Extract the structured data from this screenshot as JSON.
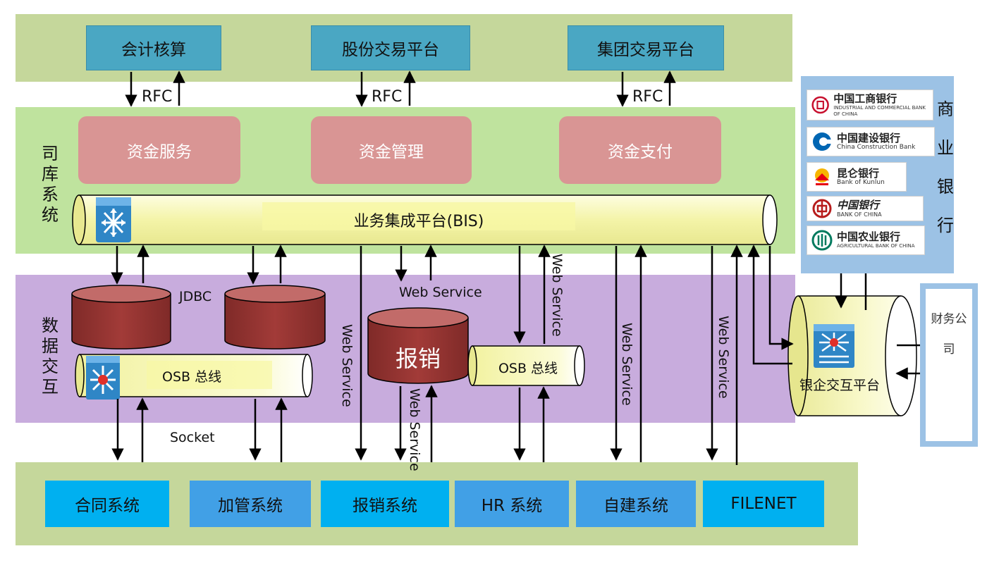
{
  "top_systems": [
    "会计核算",
    "股份交易平台",
    "集团交易平台"
  ],
  "rfc_label": "RFC",
  "sk_layer": {
    "label": "司库系统",
    "services": [
      "资金服务",
      "资金管理",
      "资金支付"
    ],
    "bus_label": "业务集成平台(BIS)"
  },
  "data_layer": {
    "label": "数据交互",
    "jdbc_label": "JDBC",
    "osb_label": "OSB 总线",
    "db_label": "报销",
    "osb2_label": "OSB 总线",
    "socket_label": "Socket",
    "web_service_label": "Web Service"
  },
  "bottom_systems": [
    "合同系统",
    "加管系统",
    "报销系统",
    "HR 系统",
    "自建系统",
    "FILENET"
  ],
  "banks": {
    "label": "商业银行",
    "items": [
      {
        "cn": "中国工商银行",
        "en": "INDUSTRIAL AND COMMERCIAL BANK OF CHINA",
        "color": "#c8102e"
      },
      {
        "cn": "中国建设银行",
        "en": "China Construction Bank",
        "color": "#0066b3"
      },
      {
        "cn": "昆仑银行",
        "en": "Bank of Kunlun",
        "color": "#e60012"
      },
      {
        "cn": "中国银行",
        "en": "BANK OF CHINA",
        "color": "#b71c1c"
      },
      {
        "cn": "中国农业银行",
        "en": "AGRICULTURAL BANK OF CHINA",
        "color": "#007a5e"
      }
    ]
  },
  "bank_platform_label": "银企交互平台",
  "finance_company_label": "财务公司",
  "colors": {
    "teal": "#4aa7c3",
    "pink": "#d99594",
    "db_red": "#953735",
    "bus_yellow": "#f7f7b0",
    "blue_bottom": "#00b0f0",
    "blue_light": "#41a0e6"
  }
}
